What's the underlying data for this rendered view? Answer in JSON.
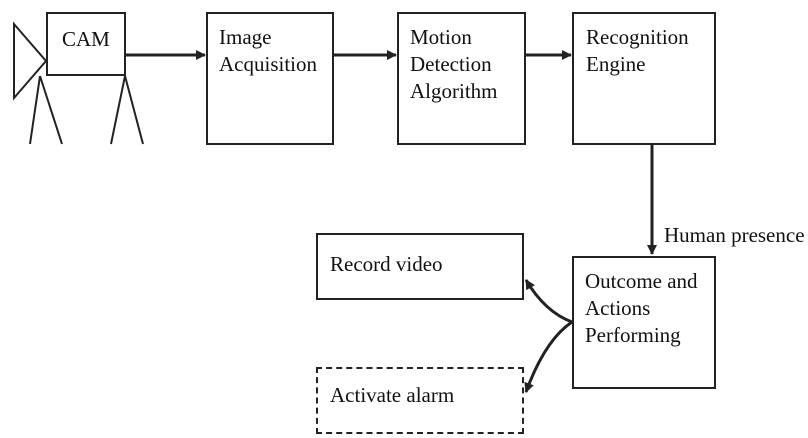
{
  "diagram": {
    "nodes": {
      "cam": "CAM",
      "image_acquisition": "Image\nAcquisition",
      "motion_detection": "Motion\nDetection\nAlgorithm",
      "recognition_engine": "Recognition\nEngine",
      "outcome_actions": "Outcome and\nActions\nPerforming",
      "record_video": "Record video",
      "activate_alarm": "Activate alarm"
    },
    "edge_labels": {
      "human_presence": "Human presence"
    },
    "styles": {
      "stroke": "#222222",
      "text": "#111111",
      "background": "#ffffff"
    }
  }
}
